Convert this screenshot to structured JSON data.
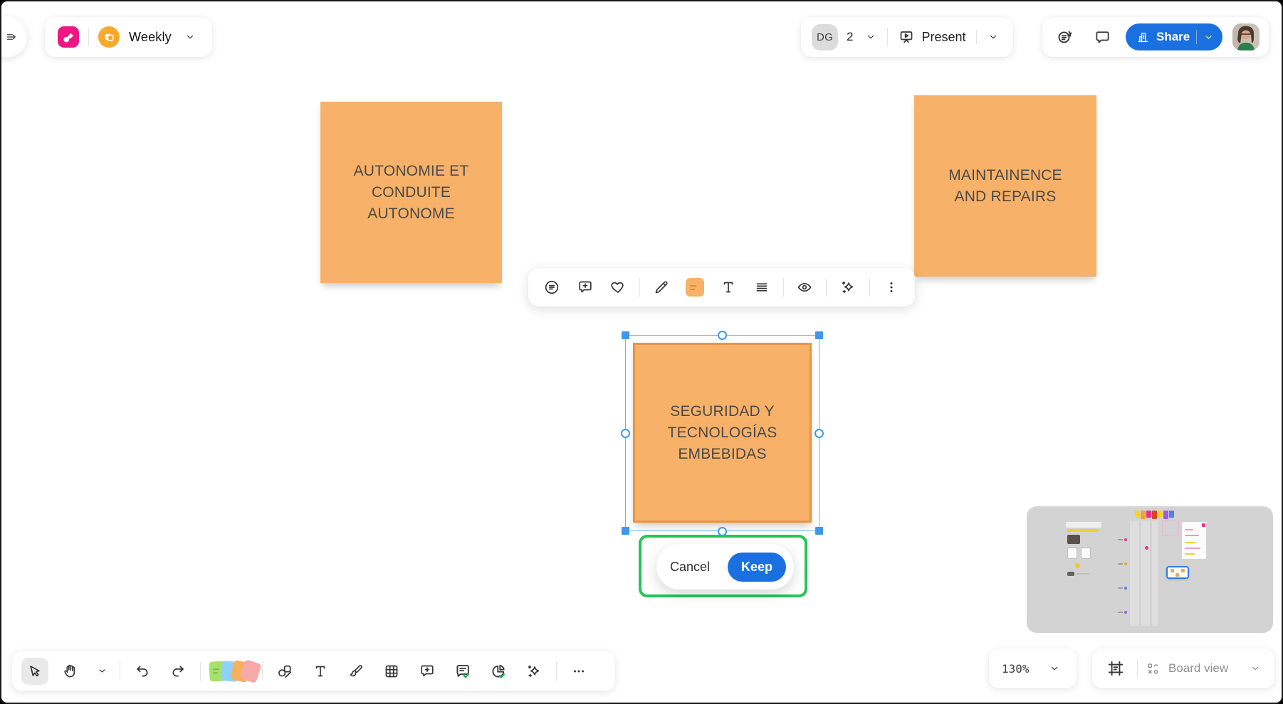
{
  "topbar": {
    "board_name": "Weekly",
    "presence": {
      "user_badge": "DG",
      "collaborator_count": "2"
    },
    "present_label": "Present",
    "share_label": "Share"
  },
  "notes": {
    "note_a": "AUTONOMIE ET CONDUITE AUTONOME",
    "note_b": "MAINTAINENCE AND REPAIRS",
    "note_c": "SEGURIDAD Y TECNOLOGÍAS EMBEBIDAS"
  },
  "confirm": {
    "cancel_label": "Cancel",
    "keep_label": "Keep"
  },
  "statusbar": {
    "zoom_level": "130%",
    "view_label": "Board view"
  },
  "icons": {
    "topbar": [
      "sidebar-expand",
      "brand-logo",
      "board-icon",
      "chevron-down",
      "present-screen",
      "reactions",
      "comments",
      "share-building",
      "chevron-down",
      "avatar"
    ],
    "context_toolbar": [
      "tag",
      "add-comment",
      "reaction-heart",
      "edit-pen",
      "color-swatch",
      "text-style",
      "text-align",
      "visibility",
      "ai-assist",
      "more"
    ],
    "bottom_toolbar": [
      "select-cursor",
      "hand",
      "chevron-down",
      "undo",
      "redo",
      "sticky-notes",
      "shapes",
      "text",
      "brush",
      "table",
      "add-comment",
      "templates",
      "charts",
      "ai-assist",
      "more"
    ],
    "statusbar_icons": [
      "frames",
      "board-view",
      "chevron-down"
    ]
  },
  "colors": {
    "sticky_fill": "#f7b169",
    "sticky_border_selected": "#ea9440",
    "selection_blue": "#3e97ec",
    "primary_blue": "#1b70e1",
    "confirm_green": "#25c653",
    "brand_pink": "#ee1683",
    "board_icon_orange": "#f7a92b",
    "sticky_palette": [
      "#a6e16e",
      "#8fd1f8",
      "#f7b15c",
      "#f7a8a8"
    ]
  }
}
